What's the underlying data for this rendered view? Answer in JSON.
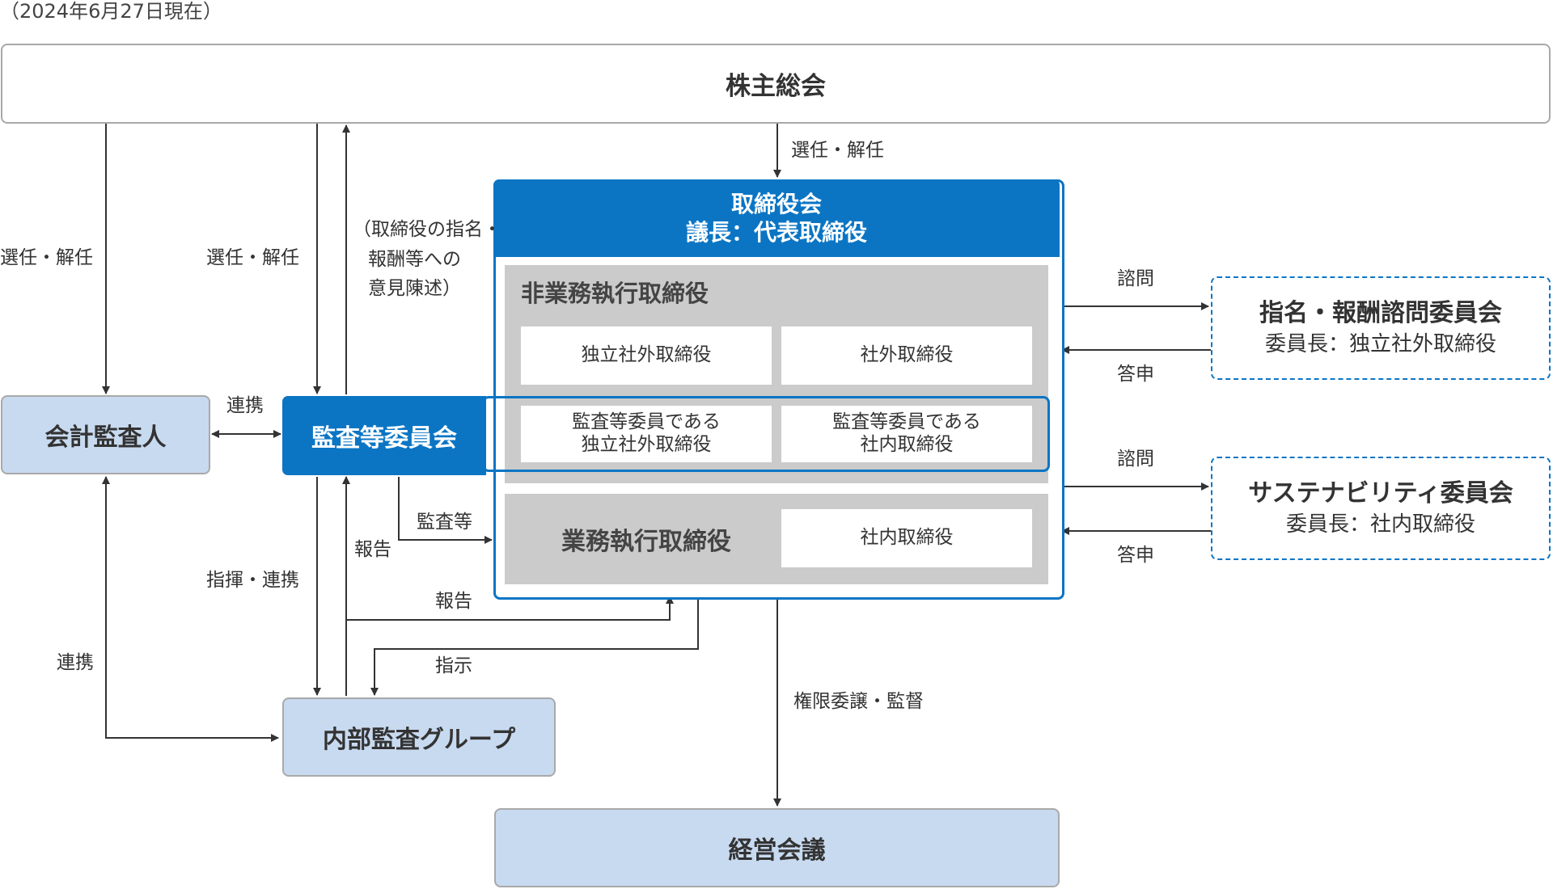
{
  "as_of": "（2024年6月27日現在）",
  "general_meeting": "株主総会",
  "board": {
    "title": "取締役会",
    "chair": "議長：代表取締役",
    "non_executive": {
      "title": "非業務執行取締役",
      "cells": [
        "独立社外取締役",
        "社外取締役"
      ],
      "audit_cells": [
        {
          "line1": "監査等委員である",
          "line2": "独立社外取締役"
        },
        {
          "line1": "監査等委員である",
          "line2": "社内取締役"
        }
      ]
    },
    "executive": {
      "title": "業務執行取締役",
      "cell": "社内取締役"
    }
  },
  "audit_committee": "監査等委員会",
  "accounting_auditor": "会計監査人",
  "internal_audit": "内部監査グループ",
  "management_meeting": "経営会議",
  "nomination_committee": {
    "title": "指名・報酬諮問委員会",
    "chair": "委員長：独立社外取締役"
  },
  "sustainability_committee": {
    "title": "サステナビリティ委員会",
    "chair": "委員長：社内取締役"
  },
  "labels": {
    "elect_dismiss": "選任・解任",
    "opinion_l1": "（取締役の指名・",
    "opinion_l2": "報酬等への",
    "opinion_l3": "意見陳述）",
    "cooperation": "連携",
    "consult": "諮問",
    "answer": "答申",
    "audit_etc": "監査等",
    "report": "報告",
    "direct_cooperate": "指揮・連携",
    "instruct": "指示",
    "delegate_supervise": "権限委譲・監督"
  },
  "colors": {
    "brand_blue": "#0b75c4",
    "light_blue": "#c8daf0",
    "panel_gray": "#cbcbcb",
    "line": "#333333"
  }
}
